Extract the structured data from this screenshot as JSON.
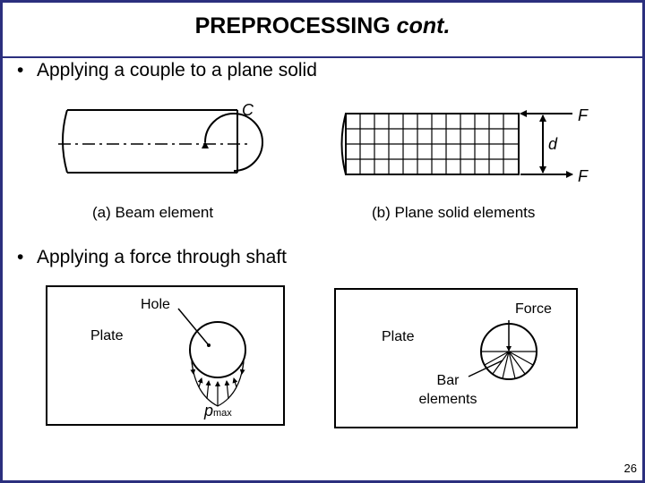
{
  "title_main": "PREPROCESSING ",
  "title_emph": "cont.",
  "bullets": [
    "Applying a couple to a plane solid",
    "Applying a force through shaft"
  ],
  "fig_a": {
    "couple": "C",
    "caption": "(a) Beam element"
  },
  "fig_b": {
    "force_top": "F",
    "distance": "d",
    "force_bottom": "F",
    "caption": "(b) Plane solid elements"
  },
  "fig_c": {
    "hole": "Hole",
    "plate": "Plate",
    "pressure": "p",
    "pressure_sub": "max"
  },
  "fig_d": {
    "force": "Force",
    "plate": "Plate",
    "bar_line1": "Bar",
    "bar_line2": "elements"
  },
  "page_number": "26",
  "colors": {
    "frame": "#2b2f7e",
    "ink": "#000000"
  }
}
